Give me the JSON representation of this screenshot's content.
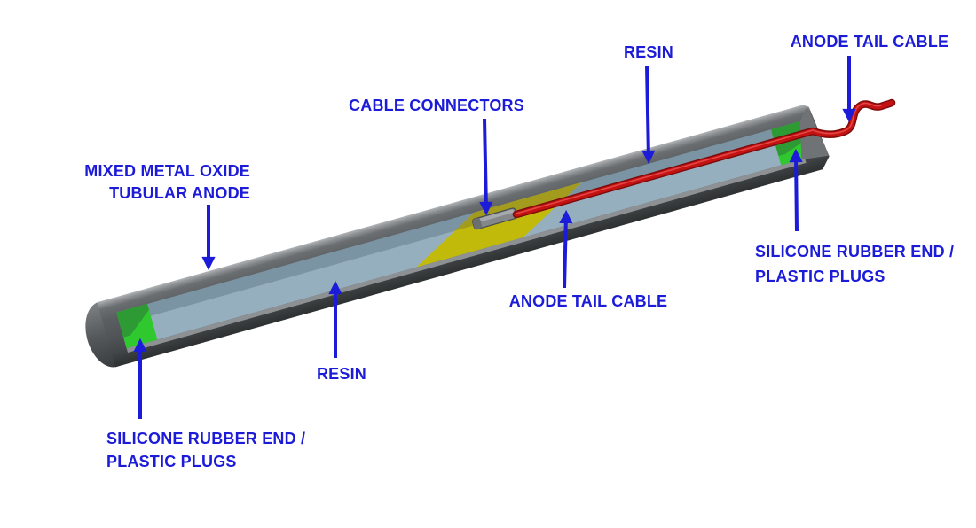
{
  "diagram_title": "Mixed metal oxide tubular anode cutaway diagram",
  "colors": {
    "background": "#ffffff",
    "label": "#1c1cd8",
    "arrow": "#1c1cd8",
    "anode_shell_gray": "#54585a",
    "resin_cut_face": "#7b94a4",
    "resin_surface": "#96afbe",
    "plug_green_dark": "#2e9a34",
    "plug_green_bright": "#2fc82f",
    "filler_yellow_dark": "#a39b1d",
    "filler_yellow_bright": "#c2ba0b",
    "connector_gray": "#84888a",
    "cable_red": "#c41212"
  },
  "labels": {
    "resin_top": "RESIN",
    "anode_tail_top": "ANODE TAIL CABLE",
    "cable_connectors": "CABLE CONNECTORS",
    "mmo_line1": "MIXED METAL OXIDE",
    "mmo_line2": "TUBULAR ANODE",
    "silicone_line1": "SILICONE RUBBER END /",
    "silicone_line2": "PLASTIC PLUGS",
    "anode_tail_mid": "ANODE TAIL CABLE",
    "resin_bottom": "RESIN"
  }
}
